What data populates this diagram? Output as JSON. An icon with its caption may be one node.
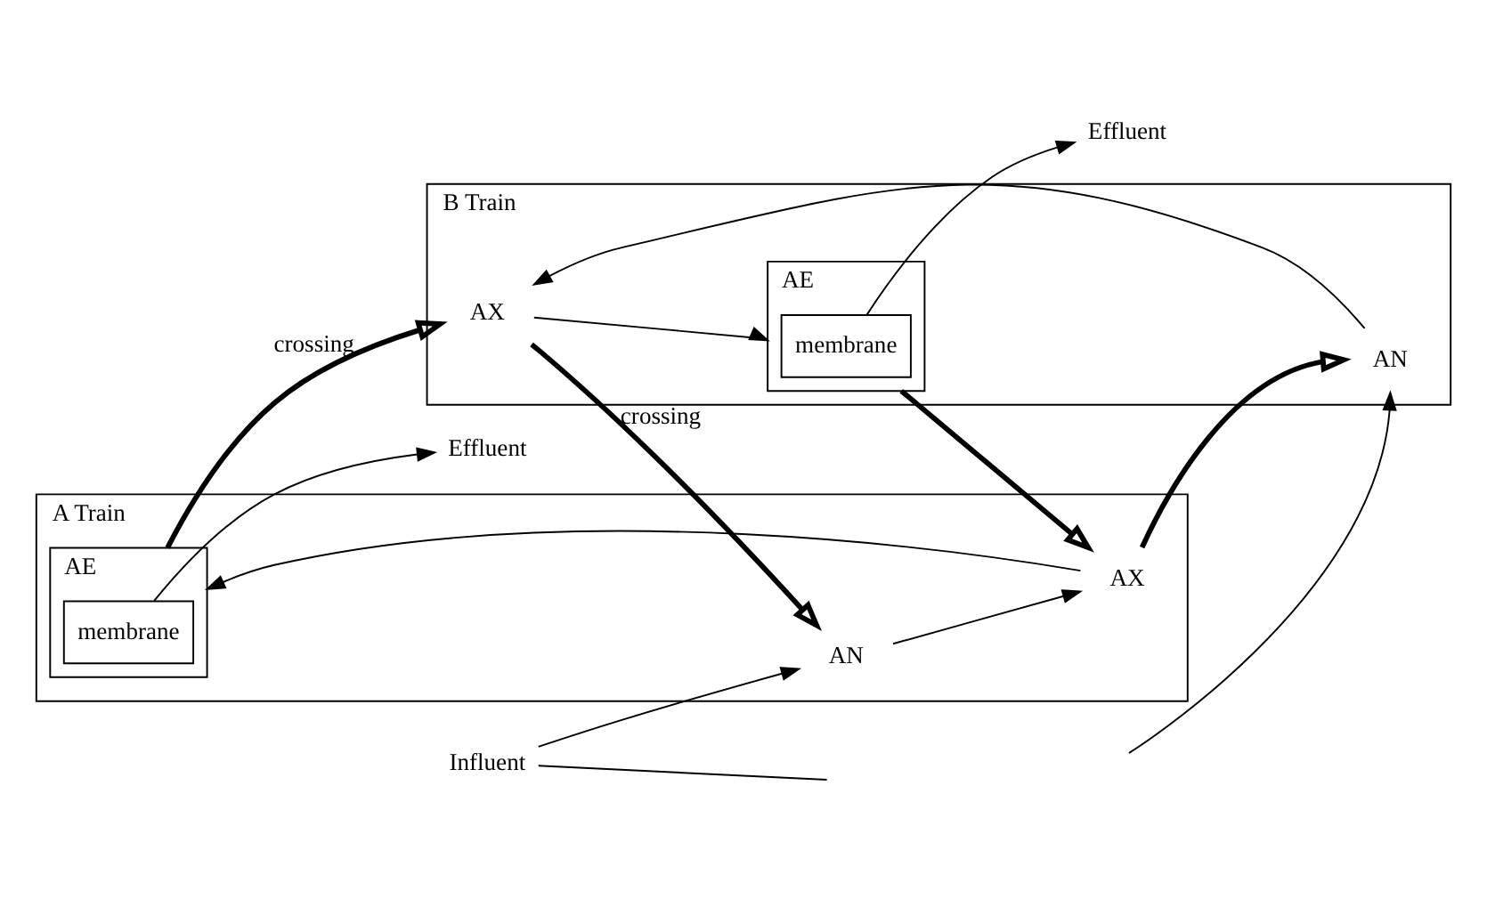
{
  "diagram": {
    "nodes": [
      {
        "text": [
          "A Train"
        ]
      },
      {
        "text": [
          "AE"
        ],
        "in": 0
      },
      {
        "text": [
          "membrane"
        ],
        "in": 1
      },
      {
        "text": [
          "AX"
        ],
        "in": 0
      },
      {
        "text": [
          "AN"
        ],
        "in": 0
      },
      {
        "text": [
          "Effluent"
        ]
      },
      {
        "text": [
          "Influent"
        ]
      },
      {
        "text": [
          "B Train"
        ]
      },
      {
        "text": [
          "AN"
        ],
        "in": 7
      },
      {
        "text": [
          "AX"
        ],
        "in": 7
      },
      {
        "text": [
          "AE"
        ],
        "in": 7
      },
      {
        "text": [
          "membrane"
        ],
        "in": 10
      },
      {
        "text": [
          "Effluent"
        ]
      }
    ],
    "edges": [
      {
        "from": 2,
        "to": 5,
        "arrow": "to"
      },
      {
        "from": 6,
        "to": 4,
        "arrow": "to"
      },
      {
        "from": 4,
        "to": 3,
        "arrow": "to"
      },
      {
        "from": 3,
        "to": 1,
        "arrow": "to"
      },
      {
        "from": 1,
        "to": 9,
        "arrow": "to",
        "label": "crossing",
        "style": "thick"
      },
      {
        "from": 10,
        "to": 3,
        "arrow": "to",
        "style": "thick"
      },
      {
        "from": 3,
        "to": 8,
        "arrow": "to",
        "style": "thick"
      },
      {
        "from": 9,
        "to": 4,
        "arrow": "to",
        "label": "crossing",
        "style": "thick"
      },
      {
        "from": 6,
        "to": null,
        "arrow": "none"
      },
      {
        "from": null,
        "to": 8,
        "arrow": "to"
      },
      {
        "from": 8,
        "to": 9,
        "arrow": "to"
      },
      {
        "from": 9,
        "to": 10,
        "arrow": "to"
      },
      {
        "from": 11,
        "to": 12,
        "arrow": "to"
      }
    ]
  }
}
